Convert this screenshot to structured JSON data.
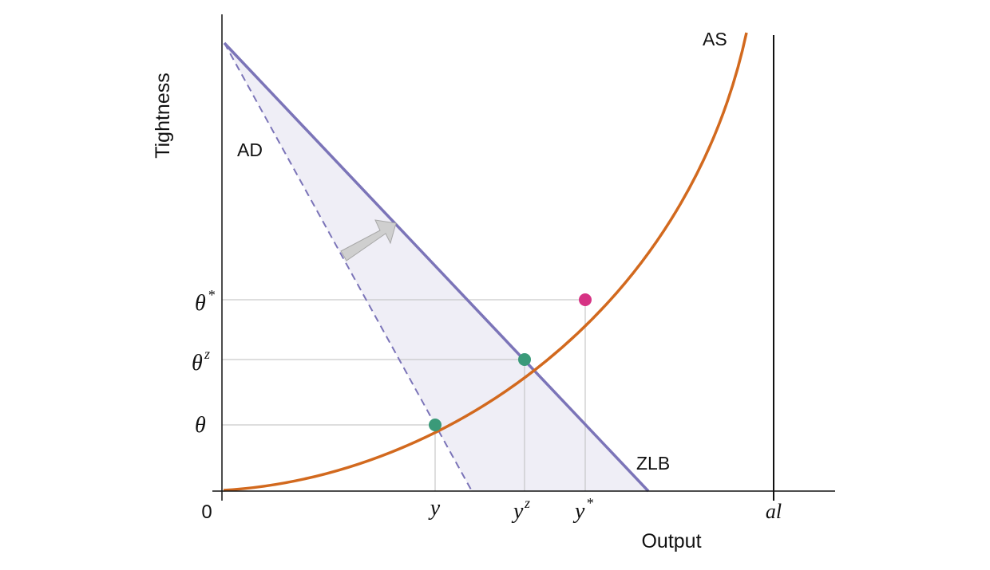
{
  "axes": {
    "y_title": "Tightness",
    "x_title": "Output",
    "origin_label": "0"
  },
  "curve_labels": {
    "ad": "AD",
    "as": "AS",
    "zlb": "ZLB"
  },
  "y_ticks": {
    "theta": "θ",
    "theta_z_base": "θ",
    "theta_z_sup": "z",
    "theta_star_base": "θ",
    "theta_star_sup": "*"
  },
  "x_ticks": {
    "y": "y",
    "yz_base": "y",
    "yz_sup": "z",
    "ystar_base": "y",
    "ystar_sup": "*",
    "al": "al"
  },
  "colors": {
    "ad_line": "#7b74b8",
    "as_curve": "#d2691e",
    "shade": "#efeef6",
    "green_point": "#3a9a79",
    "pink_point": "#d63384",
    "arrow": "#cfcfcf",
    "guide": "#bdbdbd",
    "axis": "#111111"
  },
  "icons": {
    "shift_arrow": "arrow-up-right-icon"
  }
}
